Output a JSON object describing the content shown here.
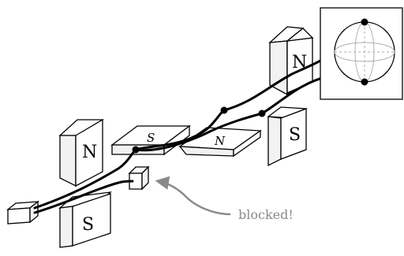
{
  "magnets": {
    "n_upper_right": "N",
    "s_right": "S",
    "n_flat_right": "N",
    "s_flat_center": "S",
    "n_left": "N",
    "s_lower_left": "S"
  },
  "annotation": {
    "blocked_label": "blocked!"
  },
  "colors": {
    "ink": "#000000",
    "annotation": "#8a8a8a",
    "sphere_grid": "#b0b0b0"
  }
}
